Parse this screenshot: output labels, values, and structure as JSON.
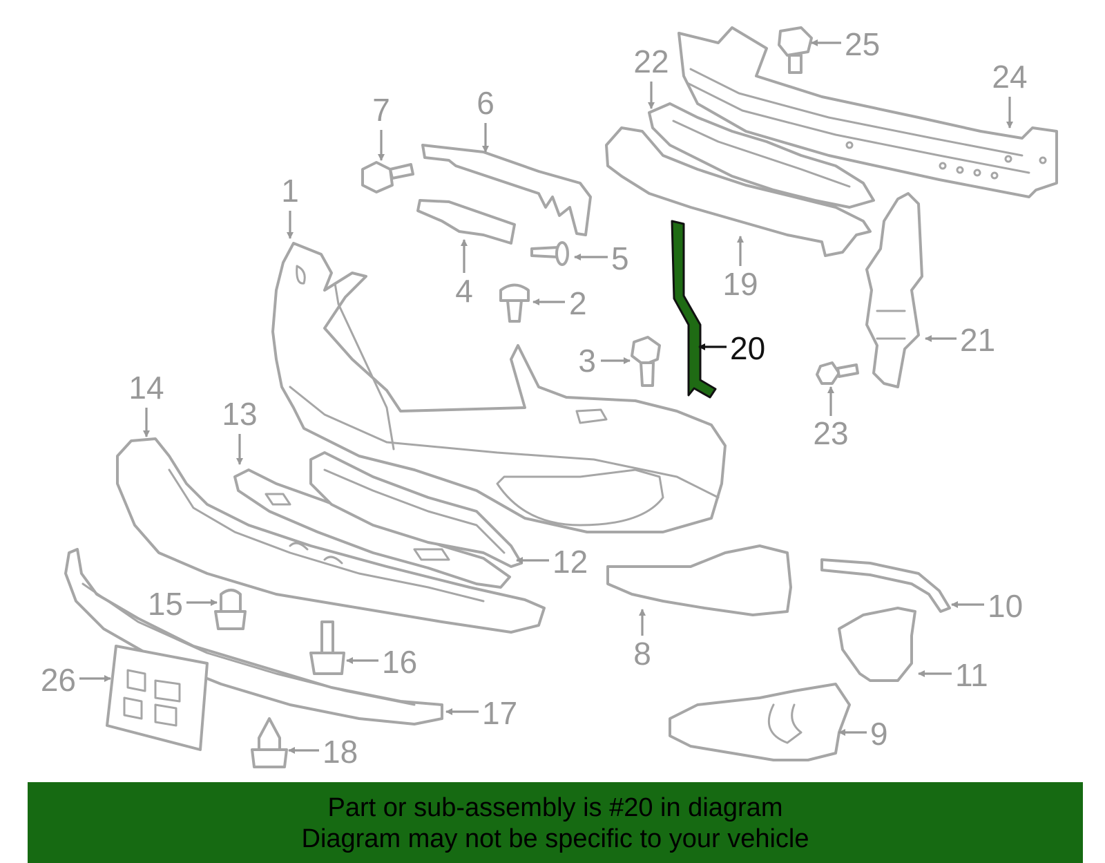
{
  "diagram": {
    "callouts": [
      "1",
      "2",
      "3",
      "4",
      "5",
      "6",
      "7",
      "8",
      "9",
      "10",
      "11",
      "12",
      "13",
      "14",
      "15",
      "16",
      "17",
      "18",
      "19",
      "20",
      "21",
      "22",
      "23",
      "24",
      "25",
      "26"
    ],
    "highlighted_part": "20",
    "highlight_color": "#1f6b14",
    "line_color": "#a6a6a6"
  },
  "banner": {
    "line1": "Part or sub-assembly is #20 in diagram",
    "line2": "Diagram may not be specific to your vehicle",
    "background": "#166a12"
  }
}
